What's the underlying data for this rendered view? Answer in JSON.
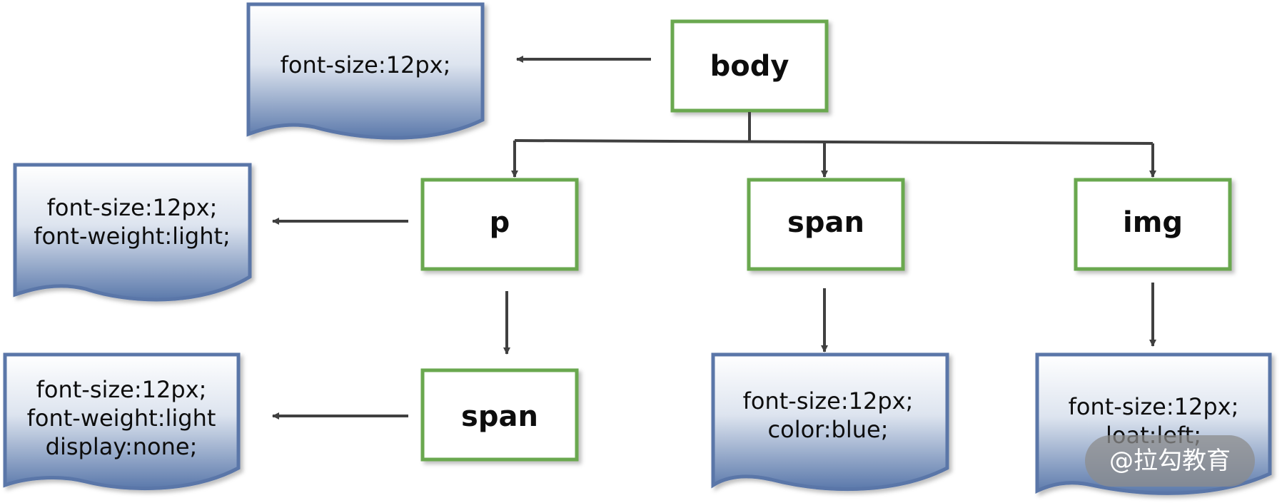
{
  "diagram": {
    "nodes": {
      "body": "body",
      "p": "p",
      "span_top": "span",
      "img": "img",
      "span_child": "span"
    },
    "notes": {
      "body_style": [
        "font-size:12px;"
      ],
      "p_style": [
        "font-size:12px;",
        "font-weight:light;"
      ],
      "span_child_style": [
        "font-size:12px;",
        "font-weight:light",
        "display:none;"
      ],
      "span_top_style": [
        "font-size:12px;",
        "color:blue;"
      ],
      "img_style": [
        "font-size:12px;",
        "loat:left;"
      ]
    }
  },
  "watermark": "@拉勾教育",
  "colors": {
    "node_border": "#6aa84f",
    "note_border": "#5a76a8",
    "note_gradient_top": "#ffffff",
    "note_gradient_bottom": "#5b79ab",
    "arrow": "#404040",
    "watermark_bg": "#8c8c8c"
  }
}
